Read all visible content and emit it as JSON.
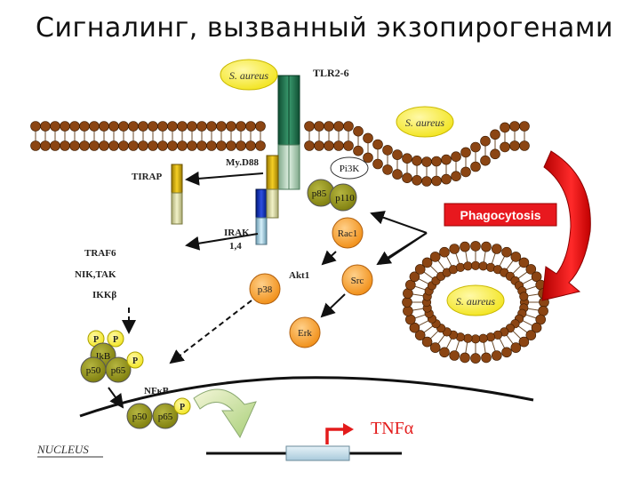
{
  "title": "Сигналинг, вызванный экзопирогенами",
  "bacteria_label": "S. aureus",
  "receptors": {
    "tlr": "TLR2-6",
    "myd88": "My.D88",
    "tirap": "TIRAP",
    "irak_line1": "IRAK",
    "irak_line2": "1,4"
  },
  "cascade": {
    "traf6": "TRAF6",
    "nik_tak": "NIK,TAK",
    "ikk": "IKKβ"
  },
  "nodes": {
    "pi3k": "Pi3K",
    "p85": "p85",
    "p110": "p110",
    "rac1": "Rac1",
    "akt1": "Akt1",
    "src": "Src",
    "p38": "p38",
    "erk": "Erk",
    "p": "P",
    "ikb": "IkB",
    "p50": "p50",
    "p65": "p65",
    "nfkb": "NFκB"
  },
  "phagocytosis": "Phagocytosis",
  "tnf": "TNFα",
  "nucleus": "NUCLEUS",
  "colors": {
    "bead": "#8b4513",
    "tail": "#6b4a2a",
    "yellow": "#f5ec28",
    "orange": "#f39a22",
    "olive": "#8f8f12",
    "green": "#1f6f4a",
    "red": "#e31b1b"
  }
}
